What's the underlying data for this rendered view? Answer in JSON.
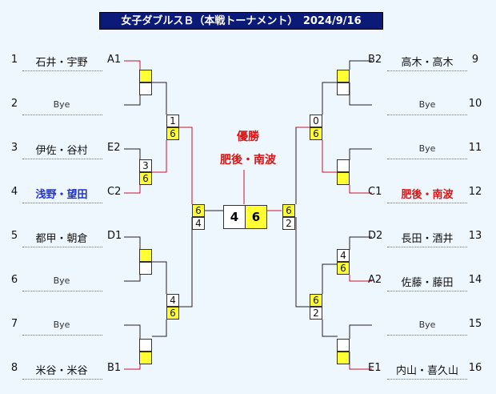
{
  "title": "女子ダブルスＢ（本戦トーナメント）　2024/9/16",
  "champion": {
    "label": "優勝",
    "name": "肥後・南波"
  },
  "left_entries": [
    {
      "num": "1",
      "name": "石井・宇野",
      "seed": "A1"
    },
    {
      "num": "2",
      "name": "Bye",
      "seed": ""
    },
    {
      "num": "3",
      "name": "伊佐・谷村",
      "seed": "E2"
    },
    {
      "num": "4",
      "name": "浅野・望田",
      "seed": "C2"
    },
    {
      "num": "5",
      "name": "都甲・朝倉",
      "seed": "D1"
    },
    {
      "num": "6",
      "name": "Bye",
      "seed": ""
    },
    {
      "num": "7",
      "name": "Bye",
      "seed": ""
    },
    {
      "num": "8",
      "name": "米谷・米谷",
      "seed": "B1"
    }
  ],
  "right_entries": [
    {
      "num": "9",
      "name": "高木・高木",
      "seed": "B2"
    },
    {
      "num": "10",
      "name": "Bye",
      "seed": ""
    },
    {
      "num": "11",
      "name": "Bye",
      "seed": ""
    },
    {
      "num": "12",
      "name": "肥後・南波",
      "seed": "C1"
    },
    {
      "num": "13",
      "name": "長田・酒井",
      "seed": "D2"
    },
    {
      "num": "14",
      "name": "佐藤・藤田",
      "seed": "A2"
    },
    {
      "num": "15",
      "name": "Bye",
      "seed": ""
    },
    {
      "num": "16",
      "name": "内山・喜久山",
      "seed": "E1"
    }
  ],
  "scores": {
    "l_r2_1_top": "1",
    "l_r2_1_bot": "6",
    "l_r1_2_top": "3",
    "l_r1_2_bot": "6",
    "l_r2_2_top": "4",
    "l_r2_2_bot": "6",
    "l_sf_top": "6",
    "l_sf_bot": "4",
    "r_r2_1_top": "0",
    "r_r2_1_bot": "6",
    "r_r1_3_top": "4",
    "r_r1_3_bot": "6",
    "r_r2_2_top": "6",
    "r_r2_2_bot": "2",
    "r_sf_top": "6",
    "r_sf_bot": "2",
    "final_left": "4",
    "final_right": "6"
  }
}
